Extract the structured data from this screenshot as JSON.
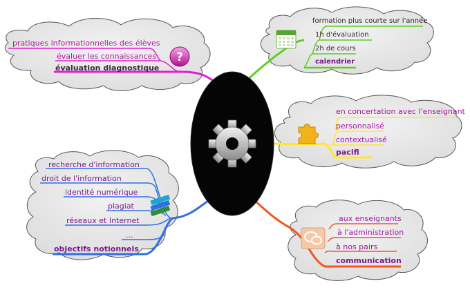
{
  "branches": {
    "evaluation": {
      "title": "évaluation diagnostique",
      "items": [
        "pratiques informationnelles des élèves",
        "évaluer les connaissances"
      ],
      "color": "#e21fcf",
      "icon": "question-mark-icon"
    },
    "calendrier": {
      "title": "calendrier",
      "items": [
        "formation plus courte sur l'année",
        "1h d'évaluation",
        "2h de cours"
      ],
      "color": "#5ccf1f",
      "icon": "calendar-icon"
    },
    "pacifi": {
      "title": "pacifi",
      "items": [
        "en concertation avec l'enseignant",
        "personnalisé",
        "contextualisé"
      ],
      "color": "#ffe829",
      "icon": "puzzle-piece-icon"
    },
    "objectifs": {
      "title": "objectifs notionnels",
      "items": [
        "recherche d'information",
        "droit de l'information",
        "identité numérique",
        "plagiat",
        "réseaux et Internet",
        "..."
      ],
      "color": "#2f6fe3",
      "icon": "books-icon"
    },
    "communication": {
      "title": "communication",
      "items": [
        "aux enseignants",
        "à l'administration",
        "à nos pairs"
      ],
      "color": "#f1561f",
      "icon": "chat-bubbles-icon"
    }
  },
  "center": {
    "icon": "gear-icon"
  }
}
